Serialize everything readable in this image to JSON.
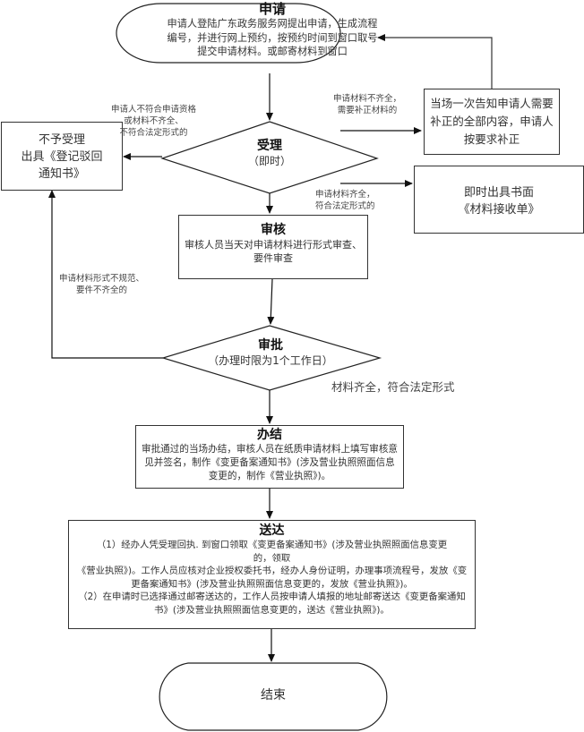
{
  "diagram": {
    "nodes": {
      "apply": {
        "title": "申请",
        "body": "申请人登陆广东政务服务网提出申请，生成流程编号，并进行网上预约，按预约时间到窗口取号提交申请材料。或邮寄材料到窗口"
      },
      "reject": {
        "line1": "不予受理",
        "line2": "出具《登记驳回",
        "line3": "通知书》"
      },
      "accept": {
        "title": "受理",
        "subtitle": "（即时）"
      },
      "supplement": {
        "body": "当场一次告知申请人需要补正的全部内容，申请人按要求补正"
      },
      "receipt": {
        "line1": "即时出具书面",
        "line2": "《材料接收单》"
      },
      "review": {
        "title": "审核",
        "body": "审核人员当天对申请材料进行形式审查、要件审查"
      },
      "approve": {
        "title": "审批",
        "subtitle": "（办理时限为1个工作日）"
      },
      "conclude": {
        "title": "办结",
        "body": "审批通过的当场办结，审核人员在纸质申请材料上填写审核意见并签名，制作《变更备案通知书》(涉及营业执照照面信息变更的，制作《营业执照》)。"
      },
      "deliver": {
        "title": "送达",
        "p1": "（1）经办人凭受理回执. 到窗口领取《变更备案通知书》(涉及营业执照照面信息变更的，领取",
        "p2": "《营业执照》)。工作人员应核对企业授权委托书，经办人身份证明，办理事项流程号，发放《变更备案通知书》(涉及营业执照照面信息变更的，发放《营业执照》)。",
        "p3": "（2）在申请时已选择通过邮寄送达的，工作人员按申请人填报的地址邮寄送达《变更备案通知书》(涉及营业执照照面信息变更的，送达《营业执照》)。"
      },
      "end": {
        "title": "结束"
      }
    },
    "edge_labels": {
      "not_eligible": [
        "申请人不符合申请资格",
        "或材料不齐全、",
        "不符合法定形式的"
      ],
      "incomplete": [
        "申请材料不齐全，",
        "需要补正材料的"
      ],
      "complete": [
        "申请材料齐全，",
        "符合法定形式的"
      ],
      "irregular": [
        "申请材料形式不规范、",
        "要件不齐全的"
      ],
      "compliant": "材料齐全，符合法定形式"
    }
  }
}
